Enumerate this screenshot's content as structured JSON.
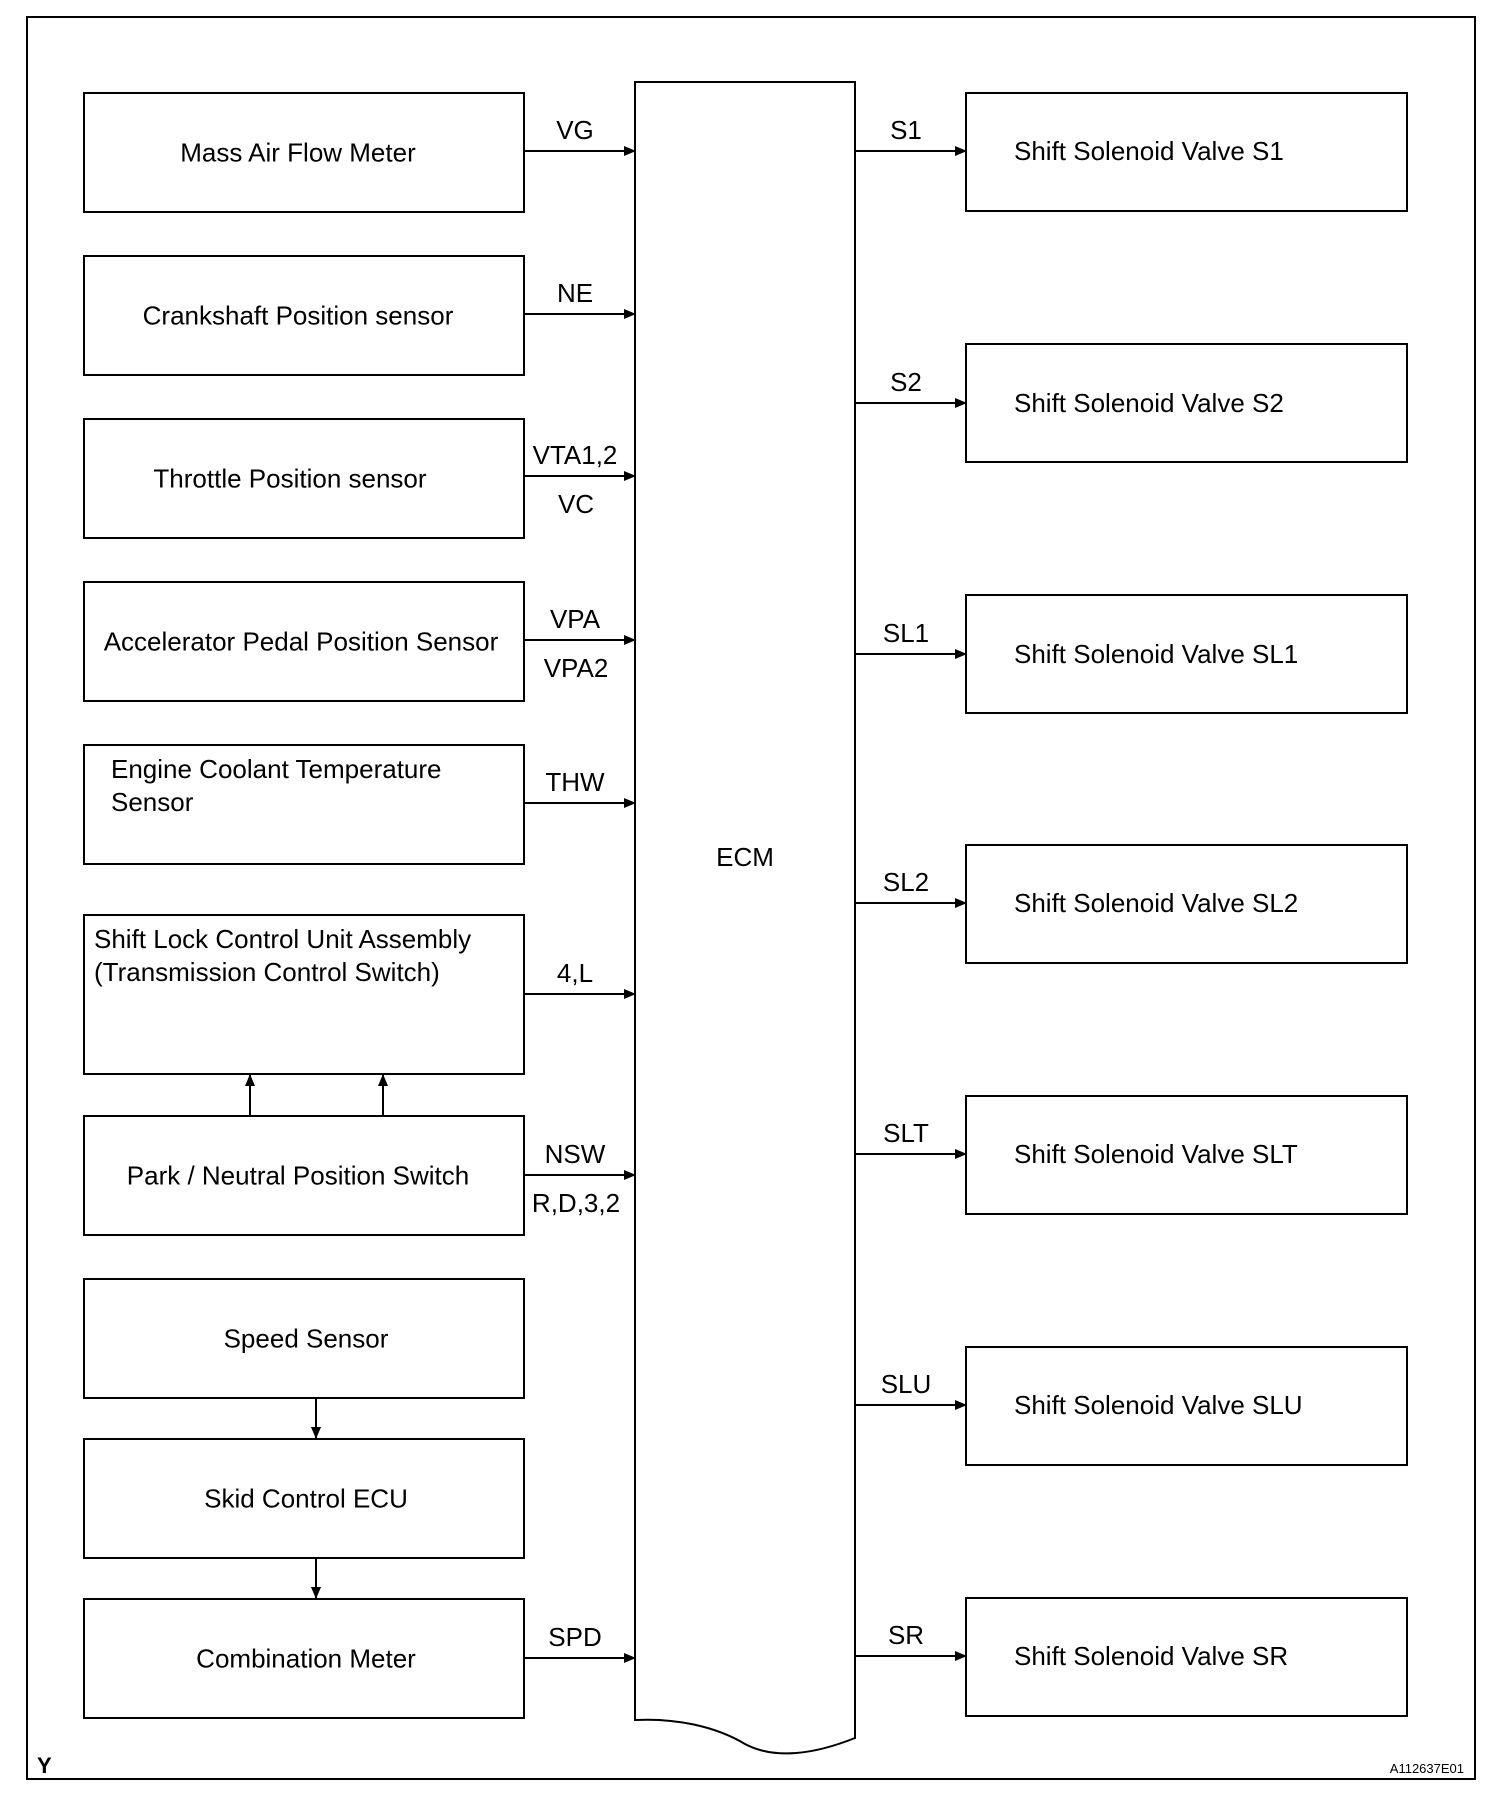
{
  "ecm": {
    "label": "ECM"
  },
  "inputs": [
    {
      "label_lines": [
        "Mass Air Flow Meter"
      ],
      "signals": [
        "VG"
      ]
    },
    {
      "label_lines": [
        "Crankshaft Position sensor"
      ],
      "signals": [
        "NE"
      ]
    },
    {
      "label_lines": [
        "Throttle Position sensor"
      ],
      "signals": [
        "VTA1,2",
        "VC"
      ]
    },
    {
      "label_lines": [
        "Accelerator Pedal Position Sensor"
      ],
      "signals": [
        "VPA",
        "VPA2"
      ]
    },
    {
      "label_lines": [
        "Engine Coolant Temperature",
        "Sensor"
      ],
      "signals": [
        "THW"
      ]
    },
    {
      "label_lines": [
        "Shift Lock Control Unit Assembly",
        "(Transmission Control Switch)"
      ],
      "signals": [
        "4,L"
      ]
    },
    {
      "label_lines": [
        "Park / Neutral Position Switch"
      ],
      "signals": [
        "NSW",
        "R,D,3,2"
      ]
    },
    {
      "label_lines": [
        "Speed Sensor"
      ],
      "signals": []
    },
    {
      "label_lines": [
        "Skid Control ECU"
      ],
      "signals": []
    },
    {
      "label_lines": [
        "Combination Meter"
      ],
      "signals": [
        "SPD"
      ]
    }
  ],
  "outputs": [
    {
      "label": "Shift Solenoid Valve S1",
      "signal": "S1"
    },
    {
      "label": "Shift Solenoid Valve S2",
      "signal": "S2"
    },
    {
      "label": "Shift Solenoid Valve SL1",
      "signal": "SL1"
    },
    {
      "label": "Shift Solenoid Valve SL2",
      "signal": "SL2"
    },
    {
      "label": "Shift Solenoid Valve SLT",
      "signal": "SLT"
    },
    {
      "label": "Shift Solenoid Valve SLU",
      "signal": "SLU"
    },
    {
      "label": "Shift Solenoid Valve SR",
      "signal": "SR"
    }
  ],
  "footer": {
    "corner_mark": "Y",
    "reference": "A112637E01"
  }
}
